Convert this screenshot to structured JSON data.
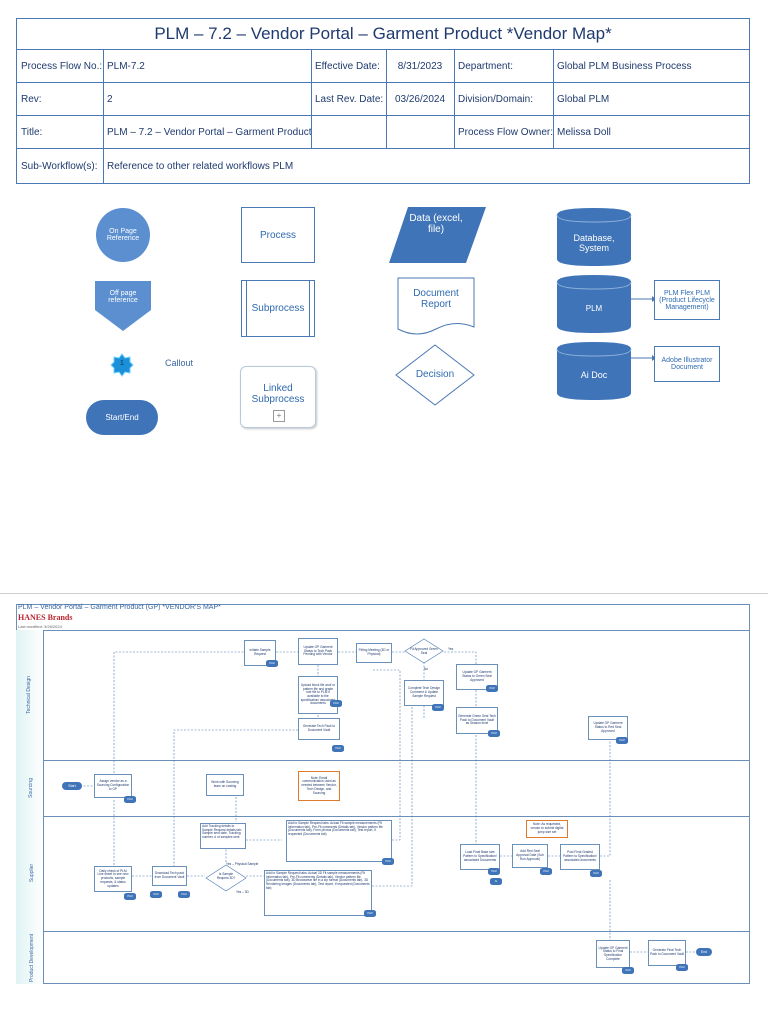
{
  "header": {
    "title": "PLM – 7.2 – Vendor Portal – Garment Product *Vendor Map*",
    "process_flow_no_label": "Process Flow No.:",
    "process_flow_no": "PLM-7.2",
    "effective_date_label": "Effective Date:",
    "effective_date": "8/31/2023",
    "department_label": "Department:",
    "department": "Global PLM Business Process",
    "rev_label": "Rev:",
    "rev": "2",
    "last_rev_date_label": "Last Rev. Date:",
    "last_rev_date": "03/26/2024",
    "division_label": "Division/Domain:",
    "division": "Global PLM",
    "title_label": "Title:",
    "title_value": "PLM – 7.2 – Vendor Portal – Garment Product",
    "owner_label": "Process Flow Owner:",
    "owner": "Melissa Doll",
    "subworkflow_label": "Sub-Workflow(s):",
    "subworkflow": "Reference to other related workflows PLM"
  },
  "legend": {
    "on_page_reference": "On Page Reference",
    "off_page_reference": "Off page reference",
    "callout_number": "1",
    "callout": "Callout",
    "start_end": "Start/End",
    "process": "Process",
    "subprocess": "Subprocess",
    "linked_subprocess": "Linked Subprocess",
    "linked_subprocess_plus": "+",
    "data": "Data (excel, file)",
    "document_report": "Document Report",
    "decision": "Decision",
    "database_system": "Database, System",
    "plm": "PLM",
    "plm_note": "PLM Flex PLM (Product Lifecycle Management)",
    "ai_doc": "Ai Doc",
    "ai_doc_note": "Adobe Illustrator Document"
  },
  "diagram": {
    "title": "PLM – Vendor Portal – Garment Product (GP)    *VENDOR'S MAP*",
    "brand": "HANES Brands",
    "last_modified": "Last modified: 3/26/2024",
    "lanes": [
      "Technical Design",
      "Sourcing",
      "Supplier",
      "Product Development"
    ],
    "nodes": {
      "initiate_sample": "Initiate Sample Request",
      "update_gp_vendor": "Update GP Garment Status to Tech Pack Pending with Vendor",
      "fitting_meeting": "Fitting Meeting (3D or Physical)",
      "fit_approved": "Fit Approved Green Seal",
      "update_green_seal": "Update GP Garment Status to Green Seal Approved",
      "upload_block": "Upload block file and/ or pattern file and grade rule file to PLM if available to the specification/ associated documents",
      "complete_tech_design": "Complete Tech Design Comment & Update Sample Request",
      "generate_green_seal_tp": "Generate Green Seal Tech Pack to Document Vault as Season level",
      "generate_tech_pack": "Generate Tech Pack to Document Vault",
      "update_red_seal": "Update GP Garment Status to Red Seal Approved",
      "start": "Start",
      "assign_vendor": "Assign vendor as a Sourcing Configuration to GP",
      "work_with_sourcing": "Work with Sourcing team on costing",
      "note_email": "Note: Email communication used as needed between Vendor, Tech Design, and Sourcing",
      "add_tracking": "Add Tracking details to Sample Request details tab: Sample sent date, Tracking number, # of samples sent",
      "add_fit_sample": "Add to Sample Request tabs: Actual Fit sample measurements (Fit information tab), Pre-Fit comments (Details tab), Vendor pattern file (Documents tab), Form photos (Documents tab), Test report, if requested (Documents tab)",
      "daily_check": "Daily check of PLM Line sheet to see new products, sample requests, & status updates",
      "download_tp": "Download Tech pack from Document Vault",
      "sample_request_3d": "Is Sample Request 3D?",
      "physical_sample": "Yes – Physical Sample",
      "yes_3d": "Yes – 3D",
      "add_3d_sample": "Add to Sample Request tabs: Actual 3D Fit sample measurements (Fit information tab), Pre-Fit comments (Details tab), Vendor pattern file (Documents tab), 3D Browzwear file in a zip format (Documents tab), 3D Rendering images (Documents tab), Test report, if requested (Documents tab)",
      "note_requested": "Note: As requested, vendor to submit digital jump size set",
      "load_final_base": "Load Final Base size Pattern to Specification/ associated Documents",
      "add_red_seal": "Add Red Seal Approval Date (Sub Run Approval)",
      "post_final_graded": "Post Final Graded Pattern to Specification/ associated documents",
      "update_final_spec": "Update GP Garment Status to Final Specification Complete",
      "generate_final_tp": "Generate Final Tech Pack to Document Vault",
      "end": "End",
      "no": "No",
      "yes": "Yes"
    },
    "db_labels": {
      "plm": "PLM",
      "ai": "Ai"
    }
  }
}
